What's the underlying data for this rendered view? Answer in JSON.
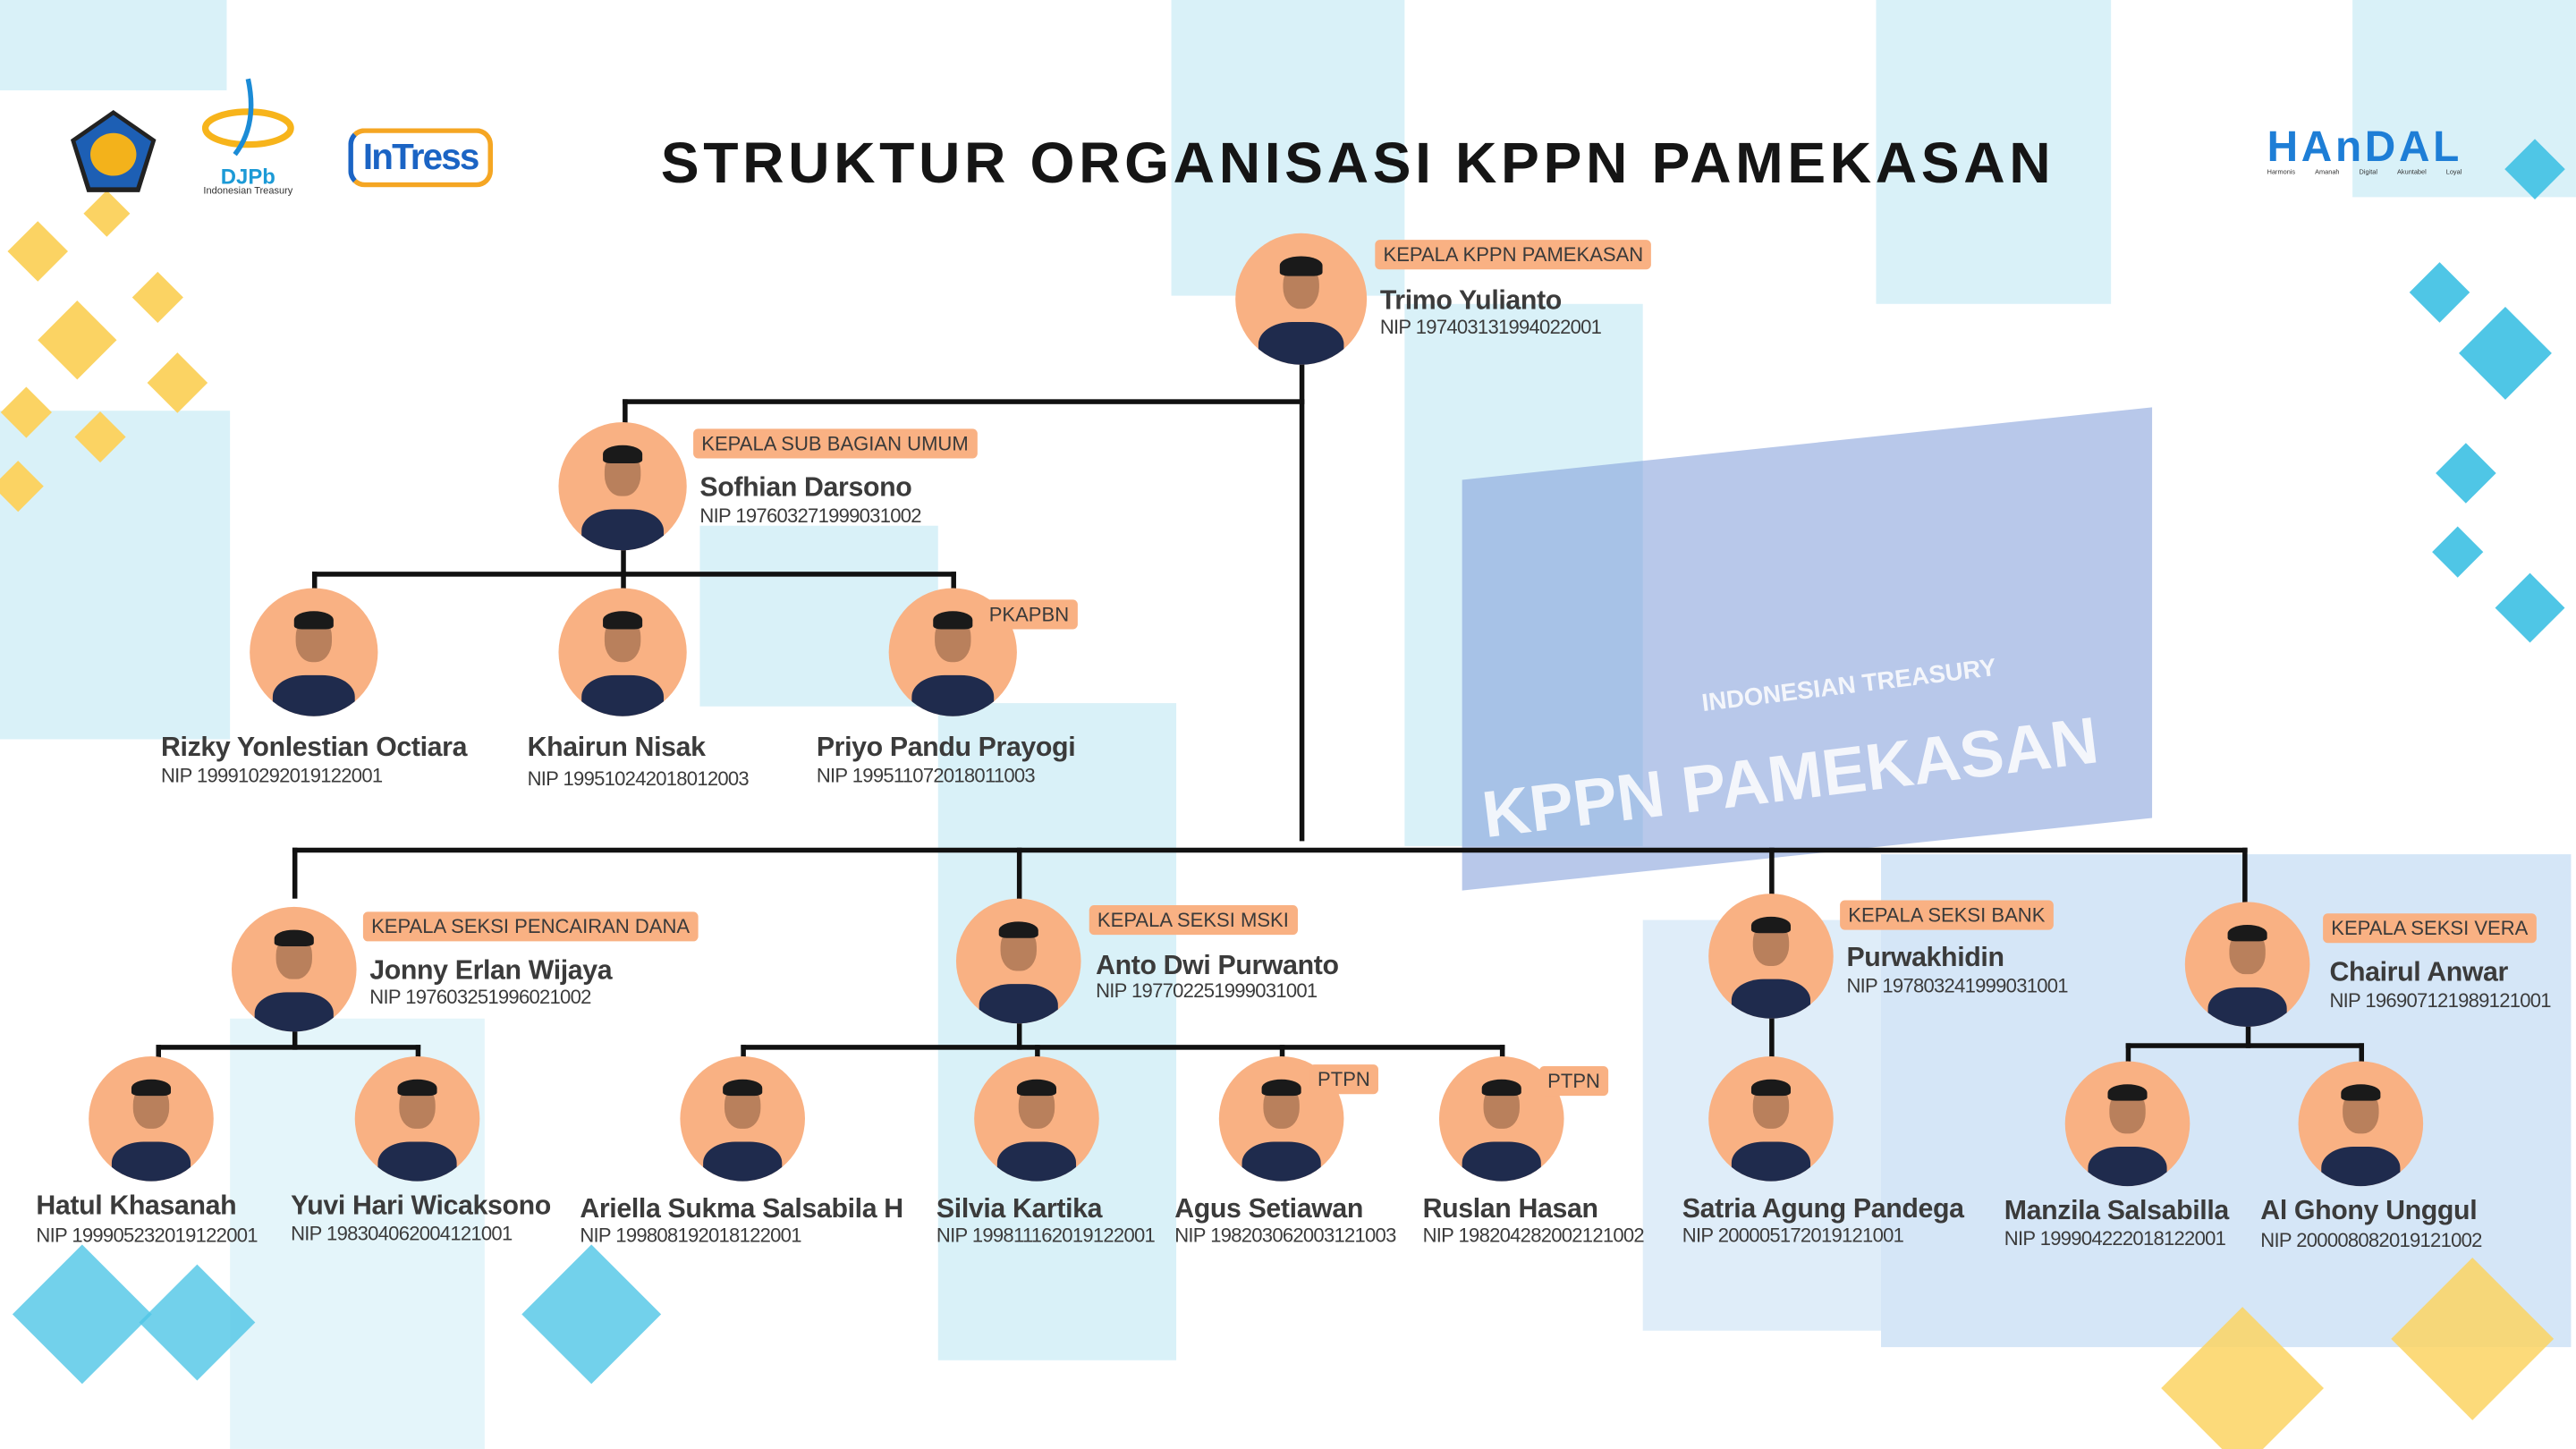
{
  "title": "STRUKTUR ORGANISASI KPPN PAMEKASAN",
  "logos": {
    "kemenkeu": "Kementerian Keuangan emblem",
    "djpb": "DJPb",
    "djpb_sub": "Indonesian Treasury",
    "intress": "InTress",
    "handal": "HAnDAL",
    "handal_values": [
      "Harmonis",
      "Amanah",
      "Digital",
      "Akuntabel",
      "Loyal"
    ]
  },
  "background_sign": {
    "line1": "INDONESIAN TREASURY",
    "line2": "KPPN PAMEKASAN"
  },
  "colors": {
    "badge": "#f9b183",
    "text": "#3b3b3b",
    "line": "#111111",
    "accent_blue": "#4fc6e6",
    "accent_yellow": "#fbd363"
  },
  "nip_prefix": "NIP",
  "people": [
    {
      "name": "Trimo Yulianto",
      "nip": "197403131994022001",
      "role": "KEPALA KPPN PAMEKASAN"
    },
    {
      "name": "Sofhian Darsono",
      "nip": "197603271999031002",
      "role": "KEPALA SUB BAGIAN UMUM"
    },
    {
      "name": "Rizky Yonlestian Octiara",
      "nip": "199910292019122001",
      "role": ""
    },
    {
      "name": "Khairun Nisak",
      "nip": "199510242018012003",
      "role": ""
    },
    {
      "name": "Priyo Pandu Prayogi",
      "nip": "199511072018011003",
      "role": "PKAPBN"
    },
    {
      "name": "Jonny Erlan Wijaya",
      "nip": "197603251996021002",
      "role": "KEPALA SEKSI PENCAIRAN DANA"
    },
    {
      "name": "Anto Dwi Purwanto",
      "nip": "197702251999031001",
      "role": "KEPALA SEKSI MSKI"
    },
    {
      "name": "Purwakhidin",
      "nip": "197803241999031001",
      "role": "KEPALA SEKSI BANK"
    },
    {
      "name": "Chairul Anwar",
      "nip": "196907121989121001",
      "role": "KEPALA SEKSI VERA"
    },
    {
      "name": "Hatul Khasanah",
      "nip": "199905232019122001",
      "role": ""
    },
    {
      "name": "Yuvi Hari Wicaksono",
      "nip": "198304062004121001",
      "role": ""
    },
    {
      "name": "Ariella Sukma Salsabila H",
      "nip": "199808192018122001",
      "role": ""
    },
    {
      "name": "Silvia Kartika",
      "nip": "199811162019122001",
      "role": ""
    },
    {
      "name": "Agus Setiawan",
      "nip": "198203062003121003",
      "role": "PTPN"
    },
    {
      "name": "Ruslan Hasan",
      "nip": "198204282002121002",
      "role": "PTPN"
    },
    {
      "name": "Satria Agung Pandega",
      "nip": "200005172019121001",
      "role": ""
    },
    {
      "name": "Manzila Salsabilla",
      "nip": "199904222018122001",
      "role": ""
    },
    {
      "name": "Al Ghony Unggul",
      "nip": "200008082019121002",
      "role": ""
    }
  ]
}
